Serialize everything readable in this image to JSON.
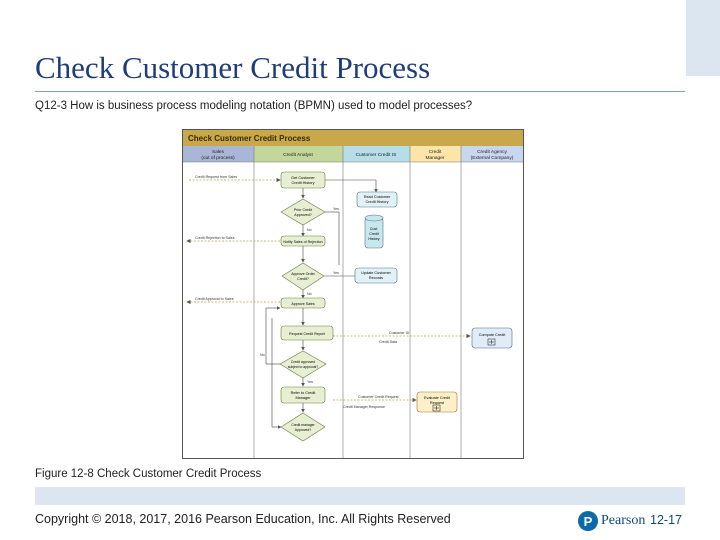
{
  "slide": {
    "title": "Check Customer Credit Process",
    "subtitle": "Q12-3 How is business process modeling notation (BPMN) used to model processes?",
    "caption": "Figure 12-8 Check Customer Credit Process",
    "copyright": "Copyright © 2018, 2017, 2016 Pearson Education, Inc. All Rights Reserved",
    "brand_mark": "P",
    "brand_name": "Pearson",
    "page_number": "12-17"
  },
  "diagram": {
    "title": "Check Customer Credit Process",
    "lanes": [
      {
        "line1": "Sales",
        "line2": "(out of process)",
        "color": "#a9b6d6"
      },
      {
        "line1": "Credit Analyst",
        "line2": "",
        "color": "#c4d79b"
      },
      {
        "line1": "Customer Credit IS",
        "line2": "",
        "color": "#b7dde8"
      },
      {
        "line1": "Credit",
        "line2": "Manager",
        "color": "#fce5a8"
      },
      {
        "line1": "Credit Agency",
        "line2": "(External Company)",
        "color": "#c9d7ee"
      }
    ],
    "nodes": {
      "get_customer": {
        "line1": "Get Customer",
        "line2": "Credit History"
      },
      "read_customer": {
        "line1": "Read Customer",
        "line2": "Credit History"
      },
      "prior_credit": {
        "line1": "Prior Credit",
        "line2": "Approved?"
      },
      "db": {
        "line1": "Cust.",
        "line2": "Credit",
        "line3": "History"
      },
      "notify_reject": {
        "line1": "Notify Sales of Rejection"
      },
      "approve_order": {
        "line1": "Approve Order",
        "line2": "Credit?"
      },
      "update_customer": {
        "line1": "Update Customer",
        "line2": "Records"
      },
      "approve_sales": {
        "line1": "Approve Sales"
      },
      "request_report": {
        "line1": "Request Credit Report"
      },
      "compute_credit": {
        "line1": "Compute Credit"
      },
      "credit_approval": {
        "line1": "Credit approved",
        "line2": "subject to approval?"
      },
      "refer_manager": {
        "line1": "Refer to Credit",
        "line2": "Manager"
      },
      "evaluate_credit": {
        "line1": "Evaluate Credit",
        "line2": "Request"
      },
      "manager_approved": {
        "line1": "Credit manager",
        "line2": "Approved?"
      }
    },
    "labels": {
      "credit_request": "Credit Request from Sales",
      "credit_rejection": "Credit Rejection to Sales",
      "credit_approval_sales": "Credit Approval to Sales",
      "no1": "No",
      "yes1": "Yes",
      "no2": "No",
      "yes2": "Yes",
      "no3": "No",
      "yes3": "Yes",
      "customer_id": "Customer ID",
      "credit_data": "Credit Data",
      "customer_credit_request": "Customer Credit Request",
      "credit_manager_response": "Credit Manager Response"
    }
  }
}
